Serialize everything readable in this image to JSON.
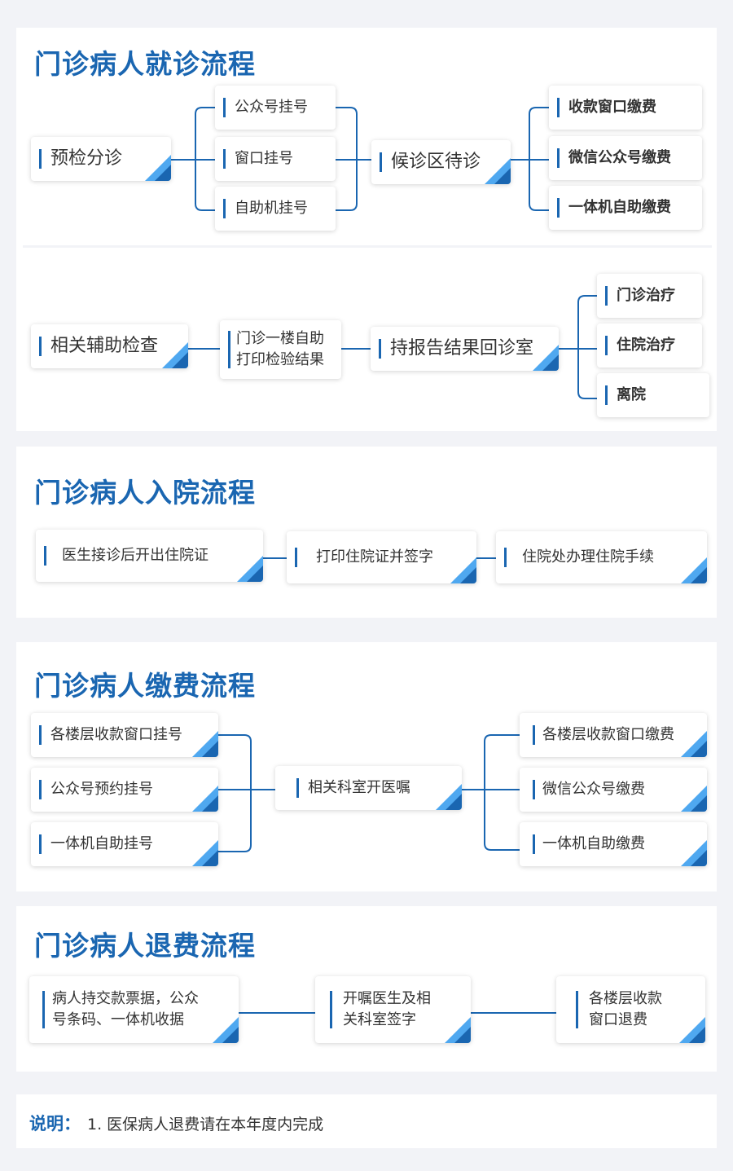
{
  "colors": {
    "accent": "#1a66b1",
    "accent_light": "#4fa8f0",
    "page_bg": "#f2f3f7"
  },
  "visit": {
    "title": "门诊病人就诊流程",
    "triage": "预检分诊",
    "register": [
      "公众号挂号",
      "窗口挂号",
      "自助机挂号"
    ],
    "waiting": "候诊区待诊",
    "payment": [
      "收款窗口缴费",
      "微信公众号缴费",
      "一体机自助缴费"
    ],
    "exam": "相关辅助检查",
    "print": "门诊一楼自助\n打印检验结果",
    "report": "持报告结果回诊室",
    "outcomes": [
      "门诊治疗",
      "住院治疗",
      "离院"
    ]
  },
  "admission": {
    "title": "门诊病人入院流程",
    "steps": [
      "医生接诊后开出住院证",
      "打印住院证并签字",
      "住院处办理住院手续"
    ]
  },
  "fee": {
    "title": "门诊病人缴费流程",
    "register": [
      "各楼层收款窗口挂号",
      "公众号预约挂号",
      "一体机自助挂号"
    ],
    "order": "相关科室开医嘱",
    "pay": [
      "各楼层收款窗口缴费",
      "微信公众号缴费",
      "一体机自助缴费"
    ]
  },
  "refund": {
    "title": "门诊病人退费流程",
    "steps": [
      "病人持交款票据，公众\n号条码、一体机收据",
      "开嘱医生及相\n关科室签字",
      "各楼层收款\n窗口退费"
    ]
  },
  "note": {
    "label": "说明：",
    "text": "1. 医保病人退费请在本年度内完成"
  }
}
